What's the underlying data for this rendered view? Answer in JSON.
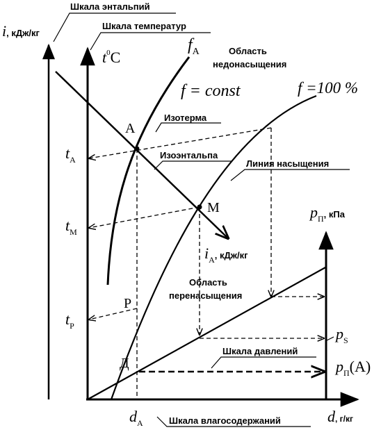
{
  "labels": {
    "enthalpy_scale": "Шкала энтальпий",
    "i_symbol": "i",
    "i_units": ", кДж/кг",
    "temperature_scale": "Шкала температур",
    "t_symbol": "t",
    "t_deg": "0",
    "t_unit": "C",
    "fA_f": "f",
    "fA_sub": "A",
    "unsaturated_region_line1": "Область",
    "unsaturated_region_line2": "недонасыщения",
    "f_const": "f = const",
    "f_100": "f =100 %",
    "point_A": "А",
    "isotherm": "Изотерма",
    "isenthalp": "Изоэнтальпа",
    "saturation_line": "Линия насыщения",
    "point_M": "М",
    "tA_t": "t",
    "tA_sub": "A",
    "tM_t": "t",
    "tM_sub": "M",
    "tP_t": "t",
    "tP_sub": "P",
    "iA_i": "i",
    "iA_sub": "A",
    "iA_units": ", кДж/кг",
    "pp_p": "p",
    "pp_sub": "П",
    "pp_units": ", кПа",
    "supersaturated_line1": "Область",
    "supersaturated_line2": "перенасыщения",
    "point_P": "Р",
    "ps_p": "p",
    "ps_sub": "S",
    "pressure_scale": "Шкала давлений",
    "point_D": "Д",
    "ppA_p": "p",
    "ppA_sub": "П",
    "ppA_arg": "(А)",
    "dA_d": "d",
    "dA_sub": "A",
    "moisture_scale": "Шкала влагосодержаний",
    "d_d": "d",
    "d_units": ", г/кг"
  }
}
